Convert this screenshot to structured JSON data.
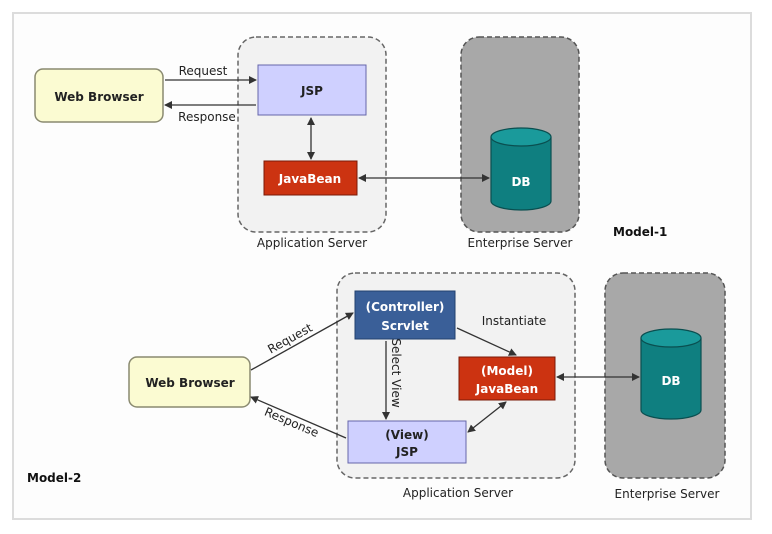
{
  "model1": {
    "title": "Model-1",
    "web_browser": "Web Browser",
    "request": "Request",
    "response": "Response",
    "jsp": "JSP",
    "javabean": "JavaBean",
    "db": "DB",
    "app_server": "Application Server",
    "enterprise_server": "Enterprise Server"
  },
  "model2": {
    "title": "Model-2",
    "web_browser": "Web Browser",
    "request": "Request",
    "response": "Response",
    "controller_line1": "(Controller)",
    "controller_line2": "Scrvlet",
    "instantiate": "Instantiate",
    "select_view": "Select View",
    "model_line1": "(Model)",
    "model_line2": "JavaBean",
    "view_line1": "(View)",
    "view_line2": "JSP",
    "db": "DB",
    "app_server": "Application Server",
    "enterprise_server": "Enterprise Server"
  },
  "colors": {
    "browser_fill": "#fbfbd2",
    "jsp_fill": "#cfd0ff",
    "javabean_fill": "#cc3311",
    "controller_fill": "#3a5f98",
    "db_fill": "#0f7f80",
    "app_server_fill": "#f2f2f2",
    "enterprise_fill": "#a8a8a8"
  }
}
